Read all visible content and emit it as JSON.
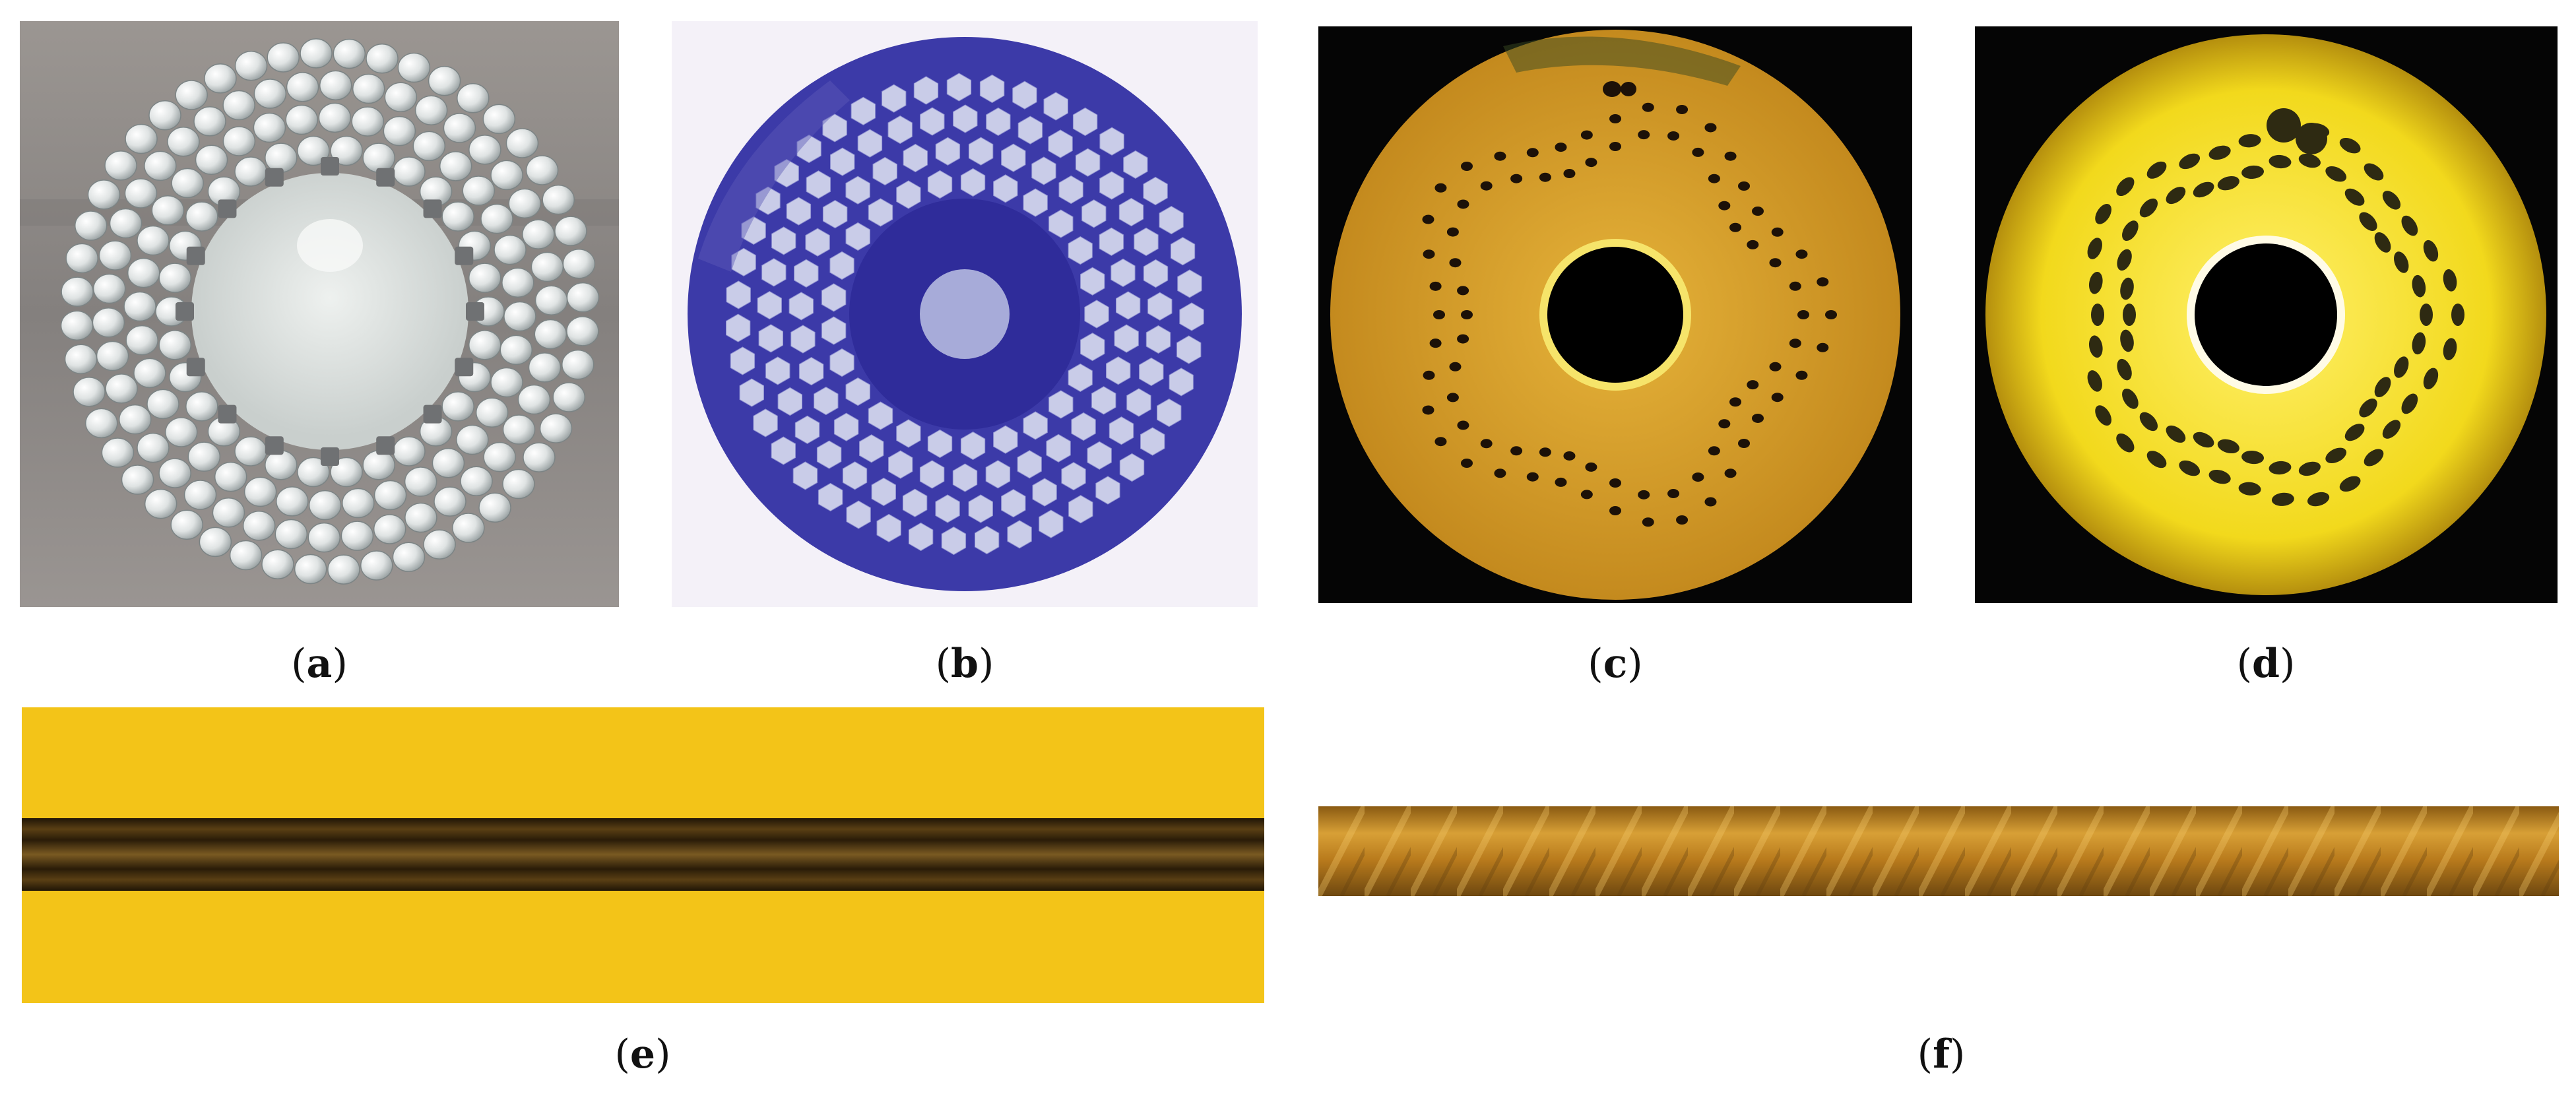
{
  "figure": {
    "panels": [
      {
        "id": "a",
        "caption_letter": "a",
        "depicts": "glass-capillary-bundle-preform-photo"
      },
      {
        "id": "b",
        "caption_letter": "b",
        "depicts": "cane-cross-section-photo"
      },
      {
        "id": "c",
        "caption_letter": "c",
        "depicts": "fiber-cross-section-micrograph"
      },
      {
        "id": "d",
        "caption_letter": "d",
        "depicts": "fiber-cross-section-micrograph"
      },
      {
        "id": "e",
        "caption_letter": "e",
        "depicts": "fiber-side-view-micrograph"
      },
      {
        "id": "f",
        "caption_letter": "f",
        "depicts": "twisted-fiber-side-view-micrograph"
      }
    ]
  },
  "colors": {
    "preform_background": "#8f8a87",
    "cane_blue": "#3c3aa8",
    "cane_cell": "#c9cce8",
    "micrograph_amber": "#e0a52c",
    "micrograph_yellow": "#f2da1e",
    "side_view_yellow": "#f4c91b",
    "side_view_fiber": "#3d2a0d",
    "twisted_fiber": "#c98a1e"
  }
}
